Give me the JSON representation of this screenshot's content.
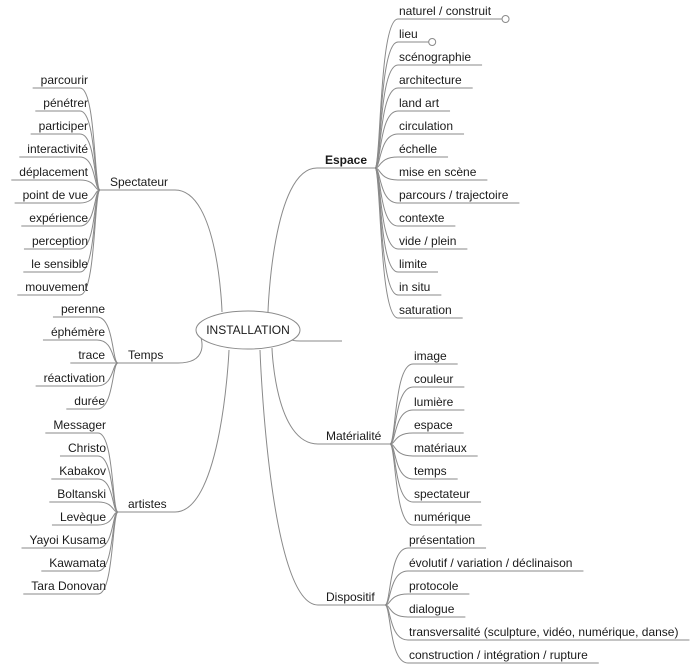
{
  "center": {
    "label": "INSTALLATION"
  },
  "branches": [
    {
      "id": "spectateur",
      "label": "Spectateur",
      "bold": false,
      "children": [
        "parcourir",
        "pénétrer",
        "participer",
        "interactivité",
        "déplacement",
        "point de vue",
        "expérience",
        "perception",
        "le sensible",
        "mouvement"
      ]
    },
    {
      "id": "temps",
      "label": "Temps",
      "bold": false,
      "children": [
        "perenne",
        "éphémère",
        "trace",
        "réactivation",
        "durée"
      ]
    },
    {
      "id": "artistes",
      "label": "artistes",
      "bold": false,
      "children": [
        "Messager",
        "Christo",
        "Kabakov",
        "Boltanski",
        "Levèque",
        "Yayoi Kusama",
        "Kawamata",
        "Tara Donovan"
      ]
    },
    {
      "id": "espace",
      "label": "Espace",
      "bold": true,
      "children": [
        "naturel / construit",
        "lieu",
        "scénographie",
        "architecture",
        "land art",
        "circulation",
        "échelle",
        "mise en scène",
        "parcours / trajectoire",
        "contexte",
        "vide / plein",
        "limite",
        "in situ",
        "saturation"
      ],
      "link_markers": [
        "naturel / construit",
        "lieu"
      ]
    },
    {
      "id": "empty",
      "label": "",
      "bold": false,
      "children": []
    },
    {
      "id": "materialite",
      "label": "Matérialité",
      "bold": false,
      "children": [
        "image",
        "couleur",
        "lumière",
        "espace",
        "matériaux",
        "temps",
        "spectateur",
        "numérique"
      ]
    },
    {
      "id": "dispositif",
      "label": "Dispositif",
      "bold": false,
      "children": [
        "présentation",
        "évolutif / variation / déclinaison",
        "protocole",
        "dialogue",
        "transversalité (sculpture, vidéo, numérique, danse)",
        "construction / intégration / rupture"
      ]
    }
  ]
}
